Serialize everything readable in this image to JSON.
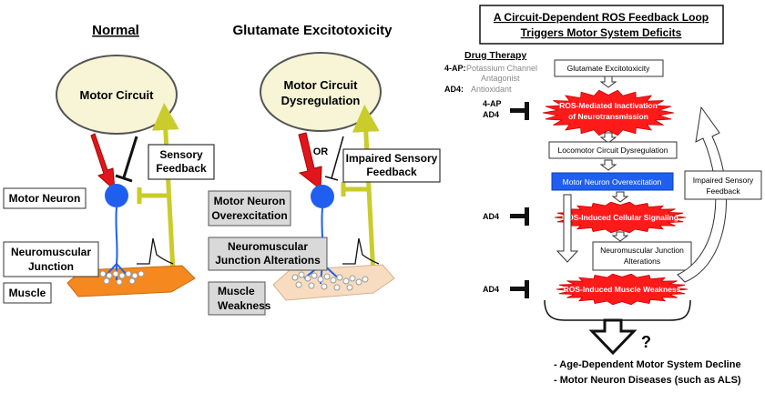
{
  "left_panel": {
    "title": "Normal",
    "circuit_label": "Motor Circuit",
    "sensory_feedback": [
      "Sensory",
      "Feedback"
    ],
    "motor_neuron": "Motor Neuron",
    "nmj": [
      "Neuromuscular",
      "Junction"
    ],
    "muscle": "Muscle"
  },
  "middle_panel": {
    "title": "Glutamate Excitotoxicity",
    "circuit_label": [
      "Motor Circuit",
      "Dysregulation"
    ],
    "or_label": "OR",
    "impaired_sensory": [
      "Impaired Sensory",
      "Feedback"
    ],
    "overexcitation": [
      "Motor Neuron",
      "Overexcitation"
    ],
    "nmj_alterations": [
      "Neuromuscular",
      "Junction Alterations"
    ],
    "weakness": [
      "Muscle",
      "Weakness"
    ]
  },
  "right_panel": {
    "title": [
      "A Circuit-Dependent ROS Feedback Loop",
      "Triggers Motor System Deficits"
    ],
    "drug_therapy_title": "Drug Therapy",
    "drugs": [
      {
        "name": "4-AP:",
        "desc": [
          "Potassium Channel",
          "Antagonist"
        ]
      },
      {
        "name": "AD4:",
        "desc": [
          "Antioxidant"
        ]
      }
    ],
    "steps": {
      "glutamate": "Glutamate Excitotoxicity",
      "ros_inactivation": [
        "ROS-Mediated Inactivation",
        "of Neurotransmission"
      ],
      "locomotor": "Locomotor Circuit Dysregulation",
      "overexcitation": "Motor Neuron Overexcitation",
      "ros_signaling": "ROS-Induced Cellular Signaling",
      "nmj": [
        "Neuromuscular Junction",
        "Alterations"
      ],
      "ros_weakness": "ROS-Induced Muscle Weakness"
    },
    "inhibitors": {
      "first": [
        "4-AP",
        "AD4"
      ],
      "second": "AD4",
      "third": "AD4"
    },
    "impaired_sensory": [
      "Impaired Sensory",
      "Feedback"
    ],
    "question_mark": "?",
    "outcomes": [
      "- Age-Dependent Motor System Decline",
      "- Motor Neuron Diseases (such as ALS)"
    ]
  },
  "colors": {
    "circuit_fill": "#f7f5d6",
    "neuron_blue": "#1f5ff0",
    "red_arrow": "#e0161c",
    "sensory_yellow": "#c9cc2a",
    "muscle_orange": "#f5891f",
    "muscle_pale": "#f7dcc0",
    "burst_red": "#ff1a1a",
    "gray_box": "#d9d9d9"
  }
}
